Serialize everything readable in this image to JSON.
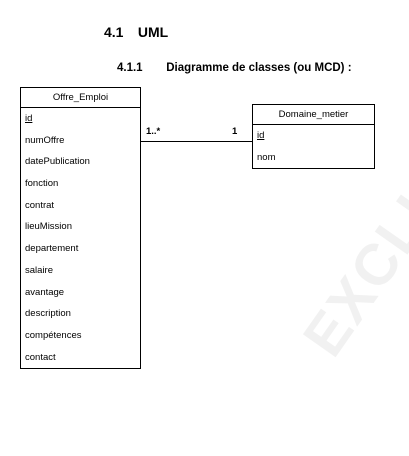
{
  "heading1": {
    "number": "4.1",
    "title": "UML"
  },
  "heading2": {
    "number": "4.1.1",
    "title": "Diagramme de classes (ou MCD) :"
  },
  "classes": {
    "offre": {
      "name": "Offre_Emploi",
      "attributes": [
        "id",
        "numOffre",
        "datePublication",
        "fonction",
        "contrat",
        "lieuMission",
        "departement",
        "salaire",
        "avantage",
        "description",
        "compétences",
        "contact"
      ]
    },
    "domaine": {
      "name": "Domaine_metier",
      "attributes": [
        "id",
        "nom"
      ]
    }
  },
  "association": {
    "left_multiplicity": "1..*",
    "right_multiplicity": "1"
  },
  "watermark": "EXCLUS"
}
